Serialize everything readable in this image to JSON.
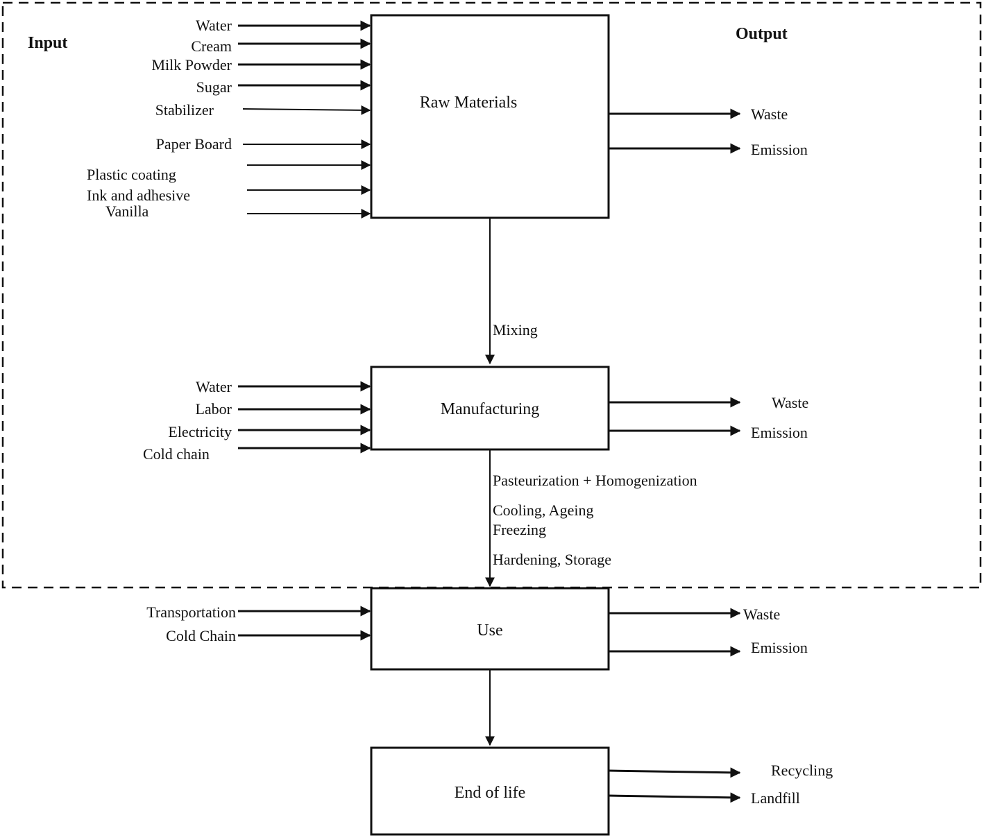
{
  "headers": {
    "input": "Input",
    "output": "Output"
  },
  "stages": [
    {
      "id": "raw-materials",
      "title": "Raw Materials",
      "inputs": [
        "Water",
        "Cream",
        "Milk Powder",
        "Sugar",
        "Stabilizer",
        "Paper Board",
        "Plastic coating",
        "Ink and adhesive",
        "Vanilla"
      ],
      "outputs": [
        "Waste",
        "Emission"
      ]
    },
    {
      "id": "manufacturing",
      "title": "Manufacturing",
      "inputs": [
        "Water",
        "Labor",
        "Electricity",
        "Cold chain"
      ],
      "outputs": [
        "Waste",
        "Emission"
      ]
    },
    {
      "id": "use",
      "title": "Use",
      "inputs": [
        "Transportation",
        "Cold Chain"
      ],
      "outputs": [
        "Waste",
        "Emission"
      ]
    },
    {
      "id": "end-of-life",
      "title": "End of life",
      "inputs": [],
      "outputs": [
        "Recycling",
        "Landfill"
      ]
    }
  ],
  "transitions": [
    {
      "from": "raw-materials",
      "to": "manufacturing",
      "labels": [
        "Mixing"
      ]
    },
    {
      "from": "manufacturing",
      "to": "use",
      "labels": [
        "Pasteurization + Homogenization",
        "Cooling, Ageing",
        "Freezing",
        "Hardening, Storage"
      ]
    },
    {
      "from": "use",
      "to": "end-of-life",
      "labels": []
    }
  ],
  "colors": {
    "line": "#111111",
    "background": "#ffffff"
  }
}
